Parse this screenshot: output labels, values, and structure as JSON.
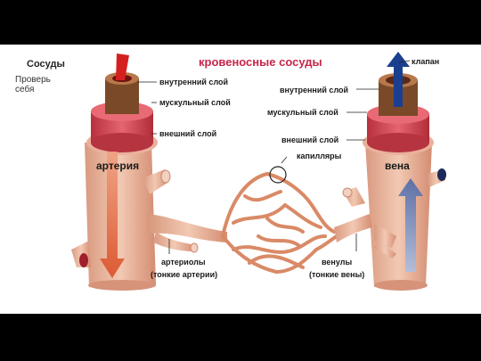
{
  "slide": {
    "title": "Сосуды",
    "subtitle": "Проверь себя"
  },
  "diagram": {
    "title": "кровеносные сосуды",
    "labels": {
      "valve": "клапан",
      "inner_layer_left": "внутренний слой",
      "muscle_layer_left": "мускульный слой",
      "outer_layer_left": "внешний слой",
      "inner_layer_right": "внутренний слой",
      "muscle_layer_right": "мускульный слой",
      "outer_layer_right": "внешний слой",
      "artery": "артерия",
      "vein": "вена",
      "capillaries": "капилляры",
      "arterioles": "артериолы",
      "arterioles_note": "(тонкие артерии)",
      "venules": "венулы",
      "venules_note": "(тонкие вены)"
    },
    "colors": {
      "title": "#c8254a",
      "vessel": "#e8b49a",
      "muscle": "#c8404a",
      "arrow_artery": "#d9481f",
      "arrow_vein": "#1b3f8f"
    }
  }
}
